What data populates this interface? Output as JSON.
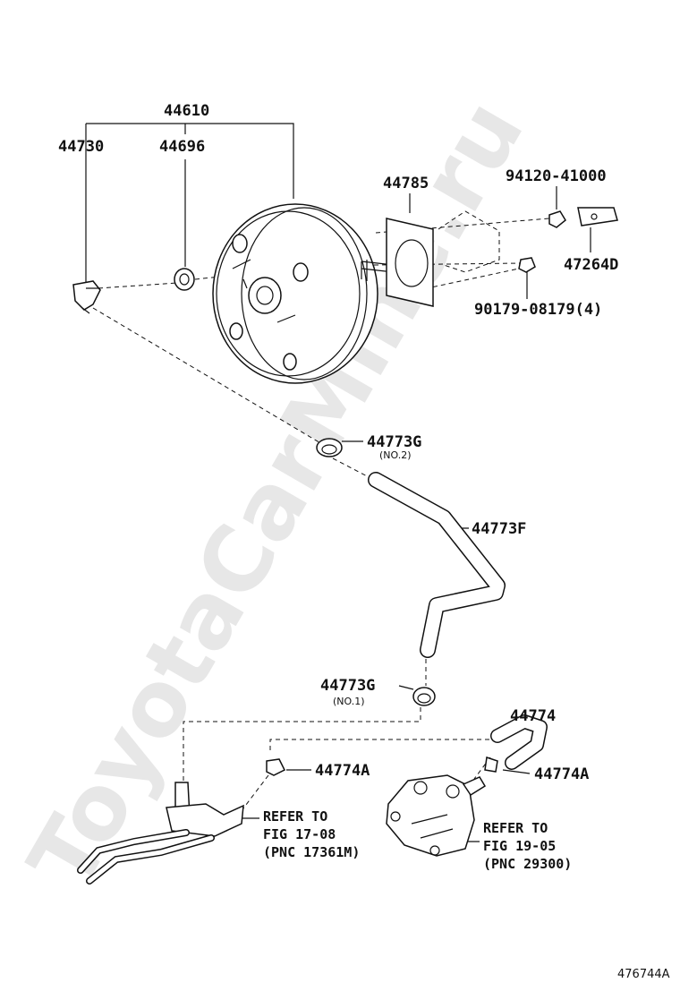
{
  "watermark": "ToyotaCarMine.ru",
  "figure_id": "476744A",
  "labels": {
    "p44610": "44610",
    "p44730": "44730",
    "p44696": "44696",
    "p44785": "44785",
    "p94120": "94120-41000",
    "p47264D": "47264D",
    "p90179": "90179-08179(4)",
    "p44773G_top": "44773G",
    "p44773G_top_sub": "(NO.2)",
    "p44773F": "44773F",
    "p44773G_bot": "44773G",
    "p44773G_bot_sub": "(NO.1)",
    "p44774": "44774",
    "p44774A_left": "44774A",
    "p44774A_right": "44774A"
  },
  "refer_left": [
    "REFER TO",
    "FIG 17-08",
    "(PNC 17361M)"
  ],
  "refer_right": [
    "REFER TO",
    "FIG 19-05",
    "(PNC 29300)"
  ]
}
